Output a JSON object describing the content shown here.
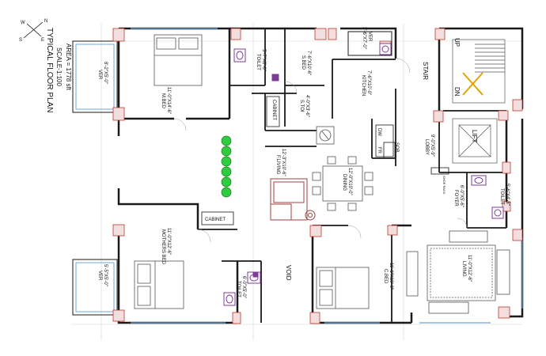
{
  "title": {
    "heading": "TYPICAL FLOOR PLAN",
    "scale": "SCALE-1:100",
    "area": "AREA = 1778 sft",
    "compass": [
      "N",
      "S",
      "E",
      "W"
    ]
  },
  "rooms": {
    "mbed_name": "M.BED",
    "mbed_size": "11'-0\"X14'-6\"",
    "ver_top_name": "VER",
    "ver_top_size": "8'-2\"X5'-0\"",
    "toilet1_name": "TOILET",
    "toilet1_size": "5'-7\"X6'-6\"",
    "sbed_name": "S.BED",
    "sbed_size": "7'-6\"X10'-6\"",
    "ver_right_name": "VER",
    "ver_right_size": "3'-6\"X7'-0\"",
    "kitchen_name": "KITCHEN",
    "kitchen_size": "7'-6\"X10'-0\"",
    "stoi_name": "S.TOI",
    "stoi_size": "4'-0\"X3'-6\"",
    "cabinet1": "CABINET",
    "flying_name": "F.LIVING",
    "flying_size": "12'-3\"X10'-6\"",
    "dining_name": "DINING",
    "dining_size": "12'-0\"X10'-0\"",
    "dw": "DW",
    "fr": "FR",
    "sob": "SOB",
    "lobby_name": "LOBBY",
    "lobby_size": "9'-0\"X5'-9\"",
    "lift": "LIFT",
    "up": "UP",
    "stair": "STAIR",
    "dn": "DN",
    "foyer_name": "FOYER",
    "foyer_size": "6'-0\"X5'-6\"",
    "toilet2_name": "TOILET",
    "toilet2_size": "5'-6\"X4'-8\"",
    "shoe_rack": "SHOE RACK",
    "cabinet2": "CABINET",
    "mothers_name": "MOTHERS BED",
    "mothers_size": "11'-0\"X12'-6\"",
    "ver_bottom_name": "VER",
    "ver_bottom_size": "5'-5\"X5'-0\"",
    "toilet3_name": "TOILET",
    "toilet3_size": "6'-0\"X5'-0\"",
    "void": "VOID",
    "cbed_name": "C.BED",
    "cbed_size": "11'-0\"X10'-0\"",
    "living_name": "LIVING",
    "living_size": "11'-0\"X12'-6\""
  },
  "colors": {
    "wall": "#1a1a1a",
    "column_fill": "#f2dede",
    "column_stroke": "#c0392b",
    "fixture": "#7d3c98",
    "fixture_fill": "#ffffff",
    "furniture": "#555555",
    "plant": "#2ecc40",
    "sofa_accent": "#a04040",
    "window": "#6fa8dc",
    "guide": "#d6d6d6"
  }
}
